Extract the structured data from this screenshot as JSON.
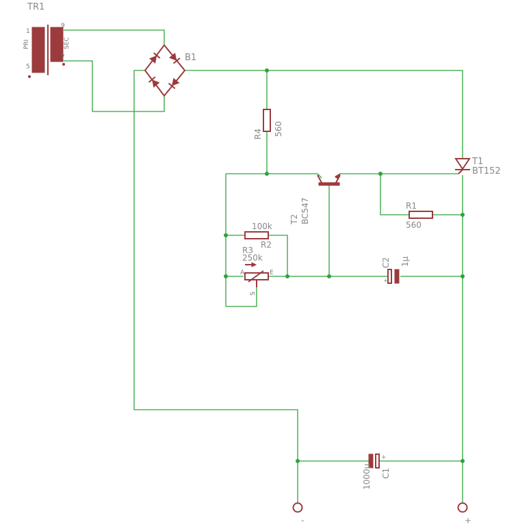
{
  "components": {
    "tr1": {
      "name": "TR1",
      "pri": "PRI",
      "sec": "SEC",
      "pin1": "1",
      "pin5": "5",
      "pin9": "9",
      "pin7": "7"
    },
    "b1": {
      "name": "B1"
    },
    "r4": {
      "name": "R4",
      "value": "560"
    },
    "t1": {
      "name": "T1",
      "value": "BT152"
    },
    "t2": {
      "name": "T2",
      "value": "BC547"
    },
    "r1": {
      "name": "R1",
      "value": "560"
    },
    "r2": {
      "name": "R2",
      "value": "100k"
    },
    "r3": {
      "name": "R3",
      "value": "250k",
      "pinA": "A",
      "pinE": "E",
      "pinS": "S"
    },
    "c2": {
      "name": "C2",
      "value": "1µ",
      "polarity": "+"
    },
    "c1": {
      "name": "C1",
      "value": "1000µ",
      "polarity": "+"
    }
  },
  "terminals": {
    "negative": "-",
    "positive": "+"
  },
  "colors": {
    "wire": "#2ea43a",
    "component": "#9b3b3d",
    "label": "#888888"
  }
}
